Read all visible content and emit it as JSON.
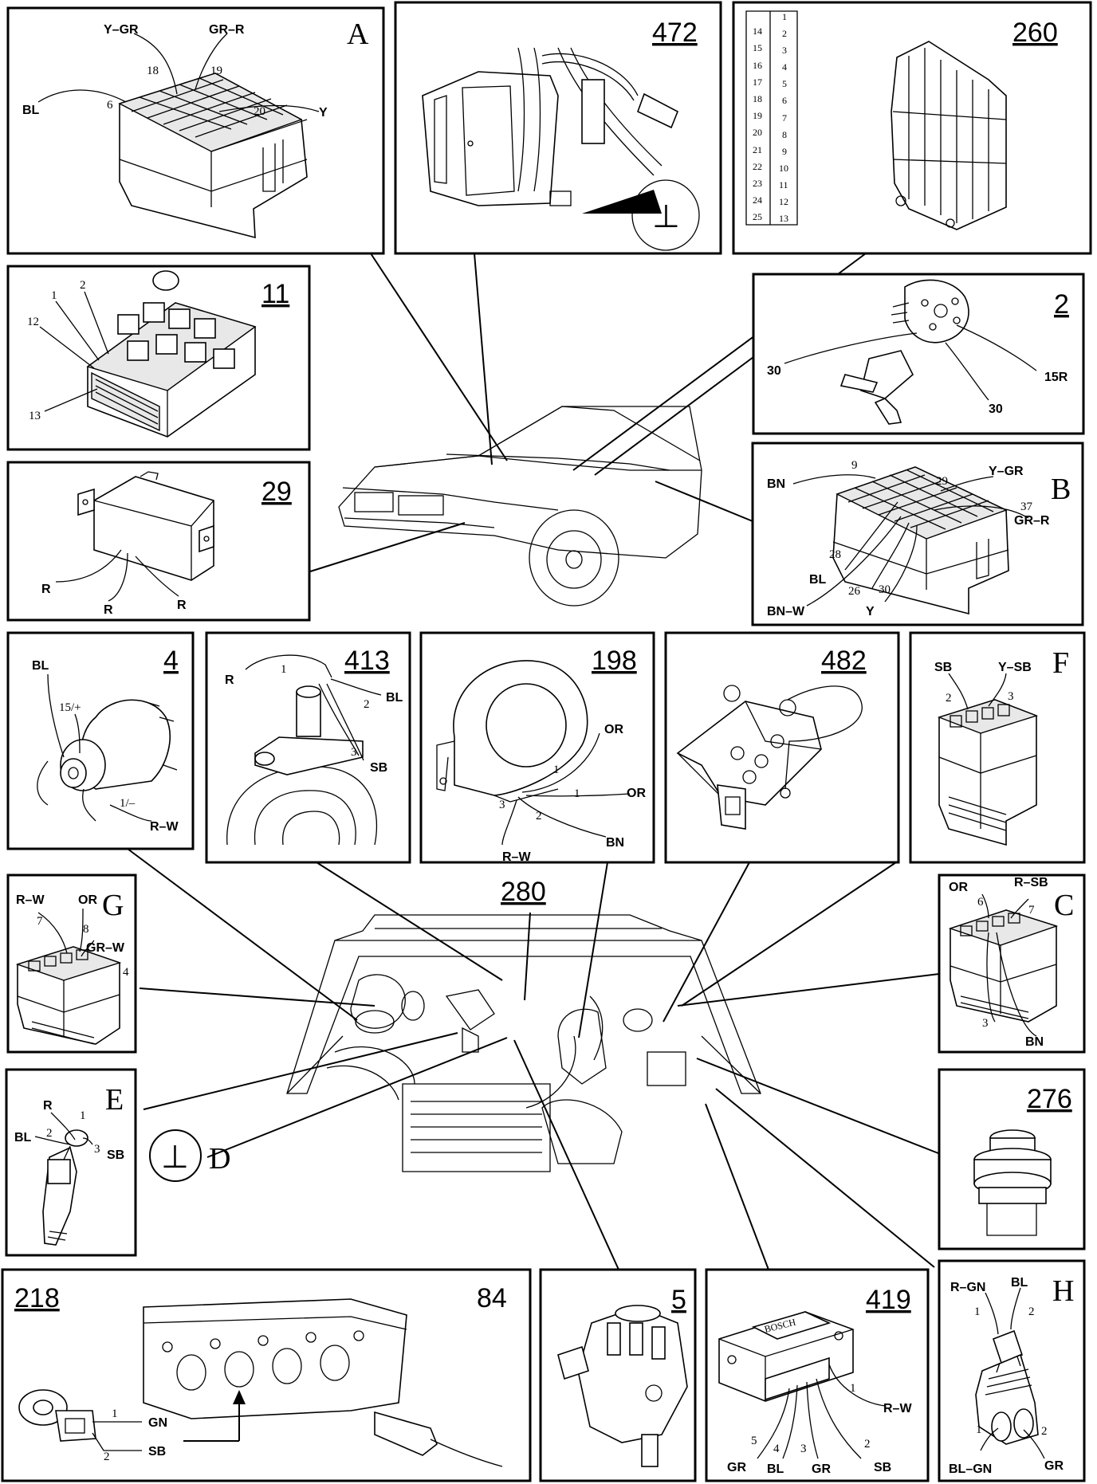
{
  "panels": {
    "A": {
      "id": "A",
      "labels": [
        "Y–GR",
        "GR–R",
        "18",
        "19",
        "BL",
        "6",
        "20",
        "Y"
      ]
    },
    "472": {
      "id": "472",
      "labels": []
    },
    "260": {
      "id": "260",
      "pins_left": [
        "14",
        "15",
        "16",
        "17",
        "18",
        "19",
        "20",
        "21",
        "22",
        "23",
        "24",
        "25"
      ],
      "pins_right": [
        "1",
        "2",
        "3",
        "4",
        "5",
        "6",
        "7",
        "8",
        "9",
        "10",
        "11",
        "12",
        "13"
      ]
    },
    "11": {
      "id": "11",
      "labels": [
        "1",
        "2",
        "12",
        "13"
      ]
    },
    "2": {
      "id": "2",
      "labels": [
        "30",
        "15R",
        "30"
      ]
    },
    "29": {
      "id": "29",
      "labels": [
        "R",
        "R",
        "R"
      ]
    },
    "B": {
      "id": "B",
      "labels": [
        "BN",
        "9",
        "29",
        "Y–GR",
        "37",
        "GR–R",
        "28",
        "BL",
        "26",
        "30",
        "BN–W",
        "Y"
      ]
    },
    "4": {
      "id": "4",
      "labels": [
        "BL",
        "15/+",
        "1/–",
        "R–W"
      ]
    },
    "413": {
      "id": "413",
      "labels": [
        "R",
        "1",
        "BL",
        "2",
        "3",
        "SB"
      ]
    },
    "198": {
      "id": "198",
      "labels": [
        "OR",
        "1",
        "1",
        "OR",
        "3",
        "2",
        "R–W",
        "BN"
      ]
    },
    "482": {
      "id": "482",
      "labels": []
    },
    "F": {
      "id": "F",
      "labels": [
        "SB",
        "Y–SB",
        "2",
        "3"
      ]
    },
    "280": {
      "id": "280"
    },
    "G": {
      "id": "G",
      "labels": [
        "R–W",
        "OR",
        "7",
        "8",
        "GR–W",
        "4"
      ]
    },
    "C": {
      "id": "C",
      "labels": [
        "OR",
        "R–SB",
        "6",
        "7",
        "3",
        "BN"
      ]
    },
    "E": {
      "id": "E",
      "labels": [
        "R",
        "1",
        "BL",
        "2",
        "3",
        "SB"
      ]
    },
    "D": {
      "id": "D"
    },
    "276": {
      "id": "276"
    },
    "218": {
      "id": "218"
    },
    "84": {
      "id": "84",
      "labels": [
        "1",
        "GN",
        "2",
        "SB"
      ]
    },
    "5": {
      "id": "5"
    },
    "419": {
      "id": "419",
      "labels": [
        "BOSCH",
        "1",
        "R–W",
        "5",
        "4",
        "3",
        "2",
        "GR",
        "BL",
        "GR",
        "SB"
      ]
    },
    "H": {
      "id": "H",
      "labels": [
        "R–GN",
        "BL",
        "1",
        "2",
        "1",
        "2",
        "BL–GN",
        "GR"
      ]
    }
  },
  "ground_symbol": "⊥"
}
